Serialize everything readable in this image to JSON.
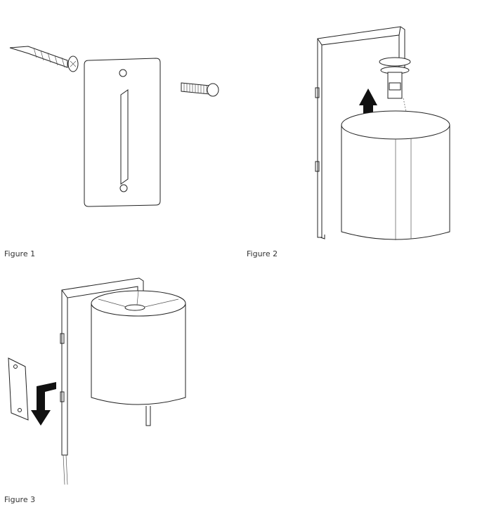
{
  "figures": [
    {
      "caption": "Figure 1"
    },
    {
      "caption": "Figure 2"
    },
    {
      "caption": "Figure 3"
    }
  ]
}
